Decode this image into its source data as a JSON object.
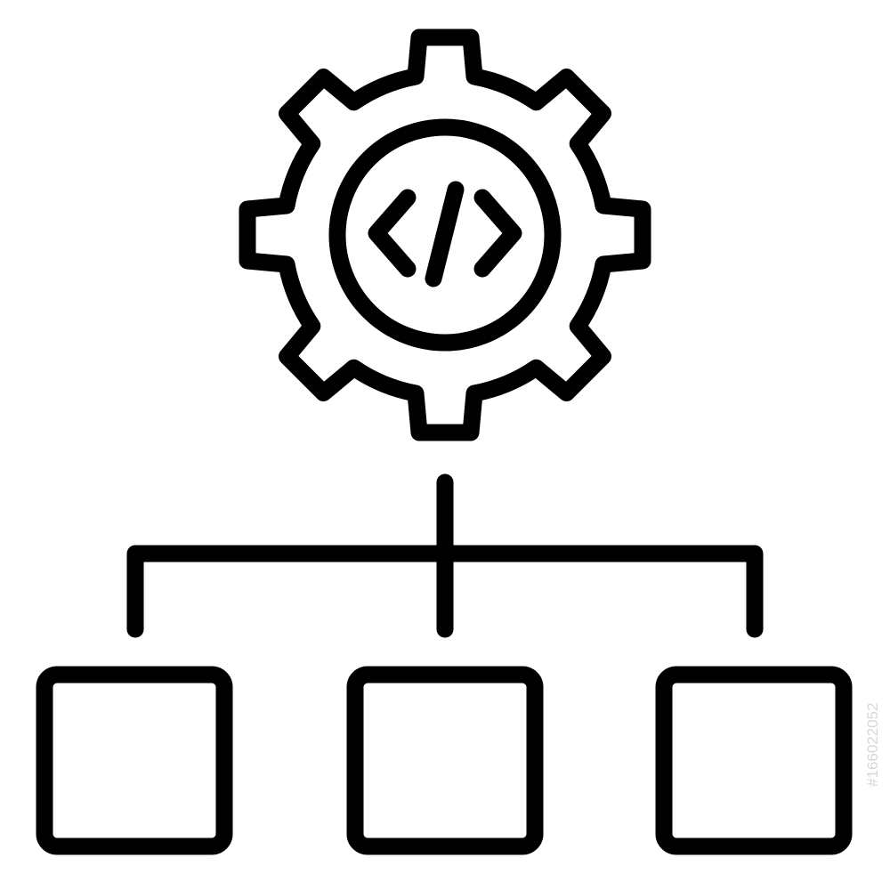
{
  "icon": {
    "name": "gear-code-hierarchy",
    "stroke_color": "#000000",
    "background_color": "#ffffff",
    "gear_teeth": 8,
    "child_nodes": 3,
    "symbol": "</>"
  },
  "watermark": {
    "id_text": "#166022052"
  }
}
